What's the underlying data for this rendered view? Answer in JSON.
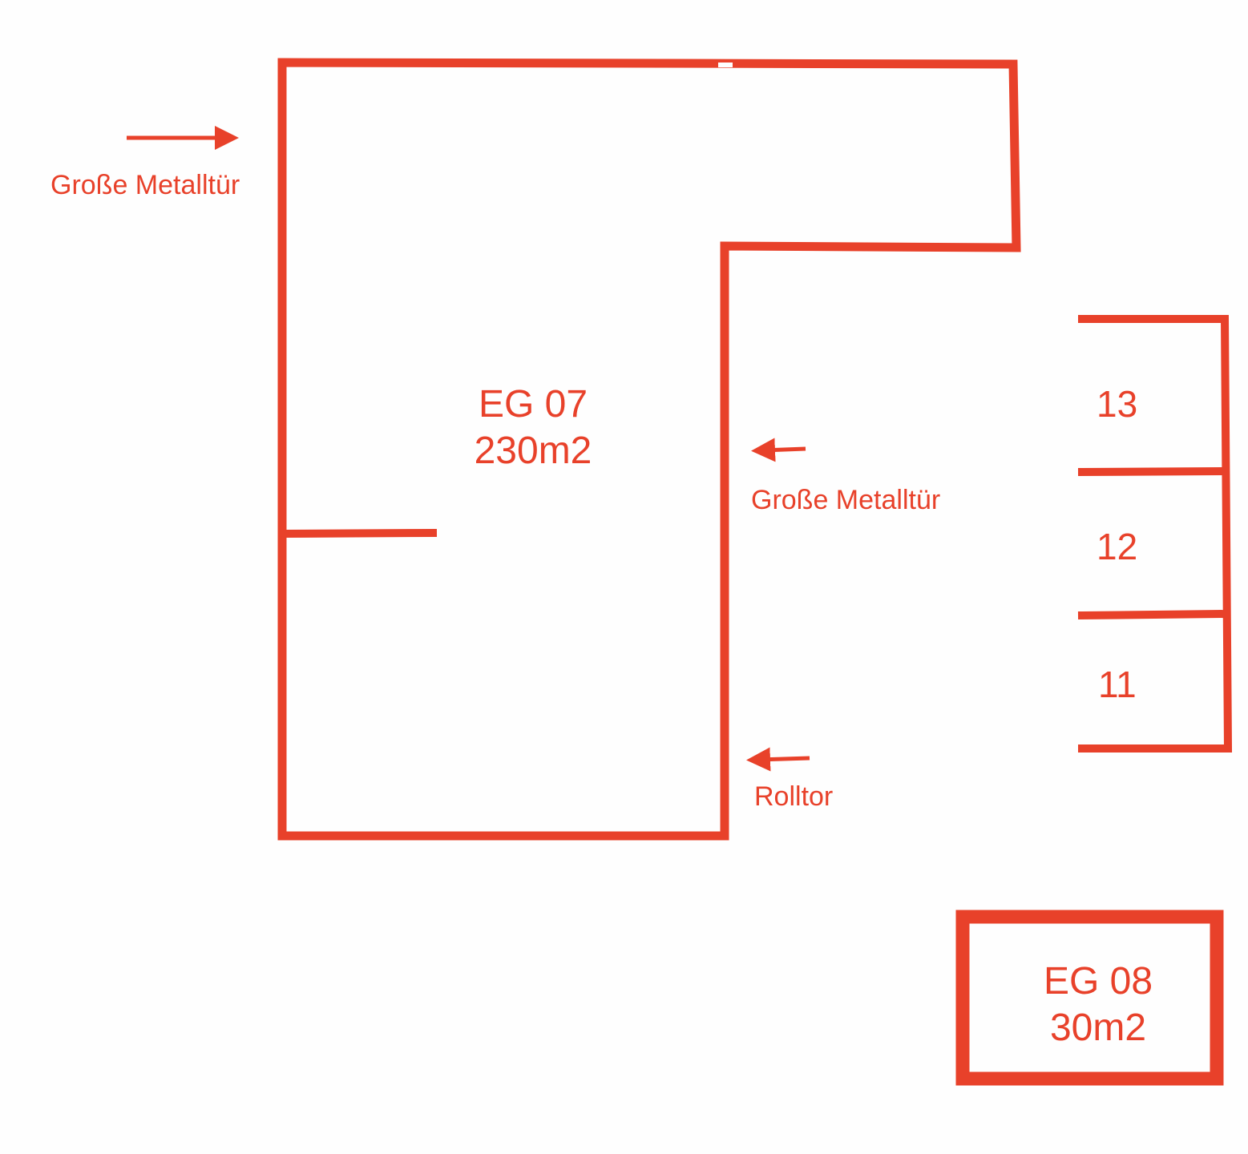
{
  "accent_color": "#e8412a",
  "units": {
    "eg07": {
      "name": "EG 07",
      "area": "230m2"
    },
    "eg08": {
      "name": "EG 08",
      "area": "30m2"
    },
    "garages": [
      {
        "number": "13"
      },
      {
        "number": "12"
      },
      {
        "number": "11"
      }
    ]
  },
  "doors": {
    "west_door": {
      "label": "Große Metalltür"
    },
    "east_door": {
      "label": "Große Metalltür"
    },
    "roller_door": {
      "label": "Rolltor"
    }
  }
}
